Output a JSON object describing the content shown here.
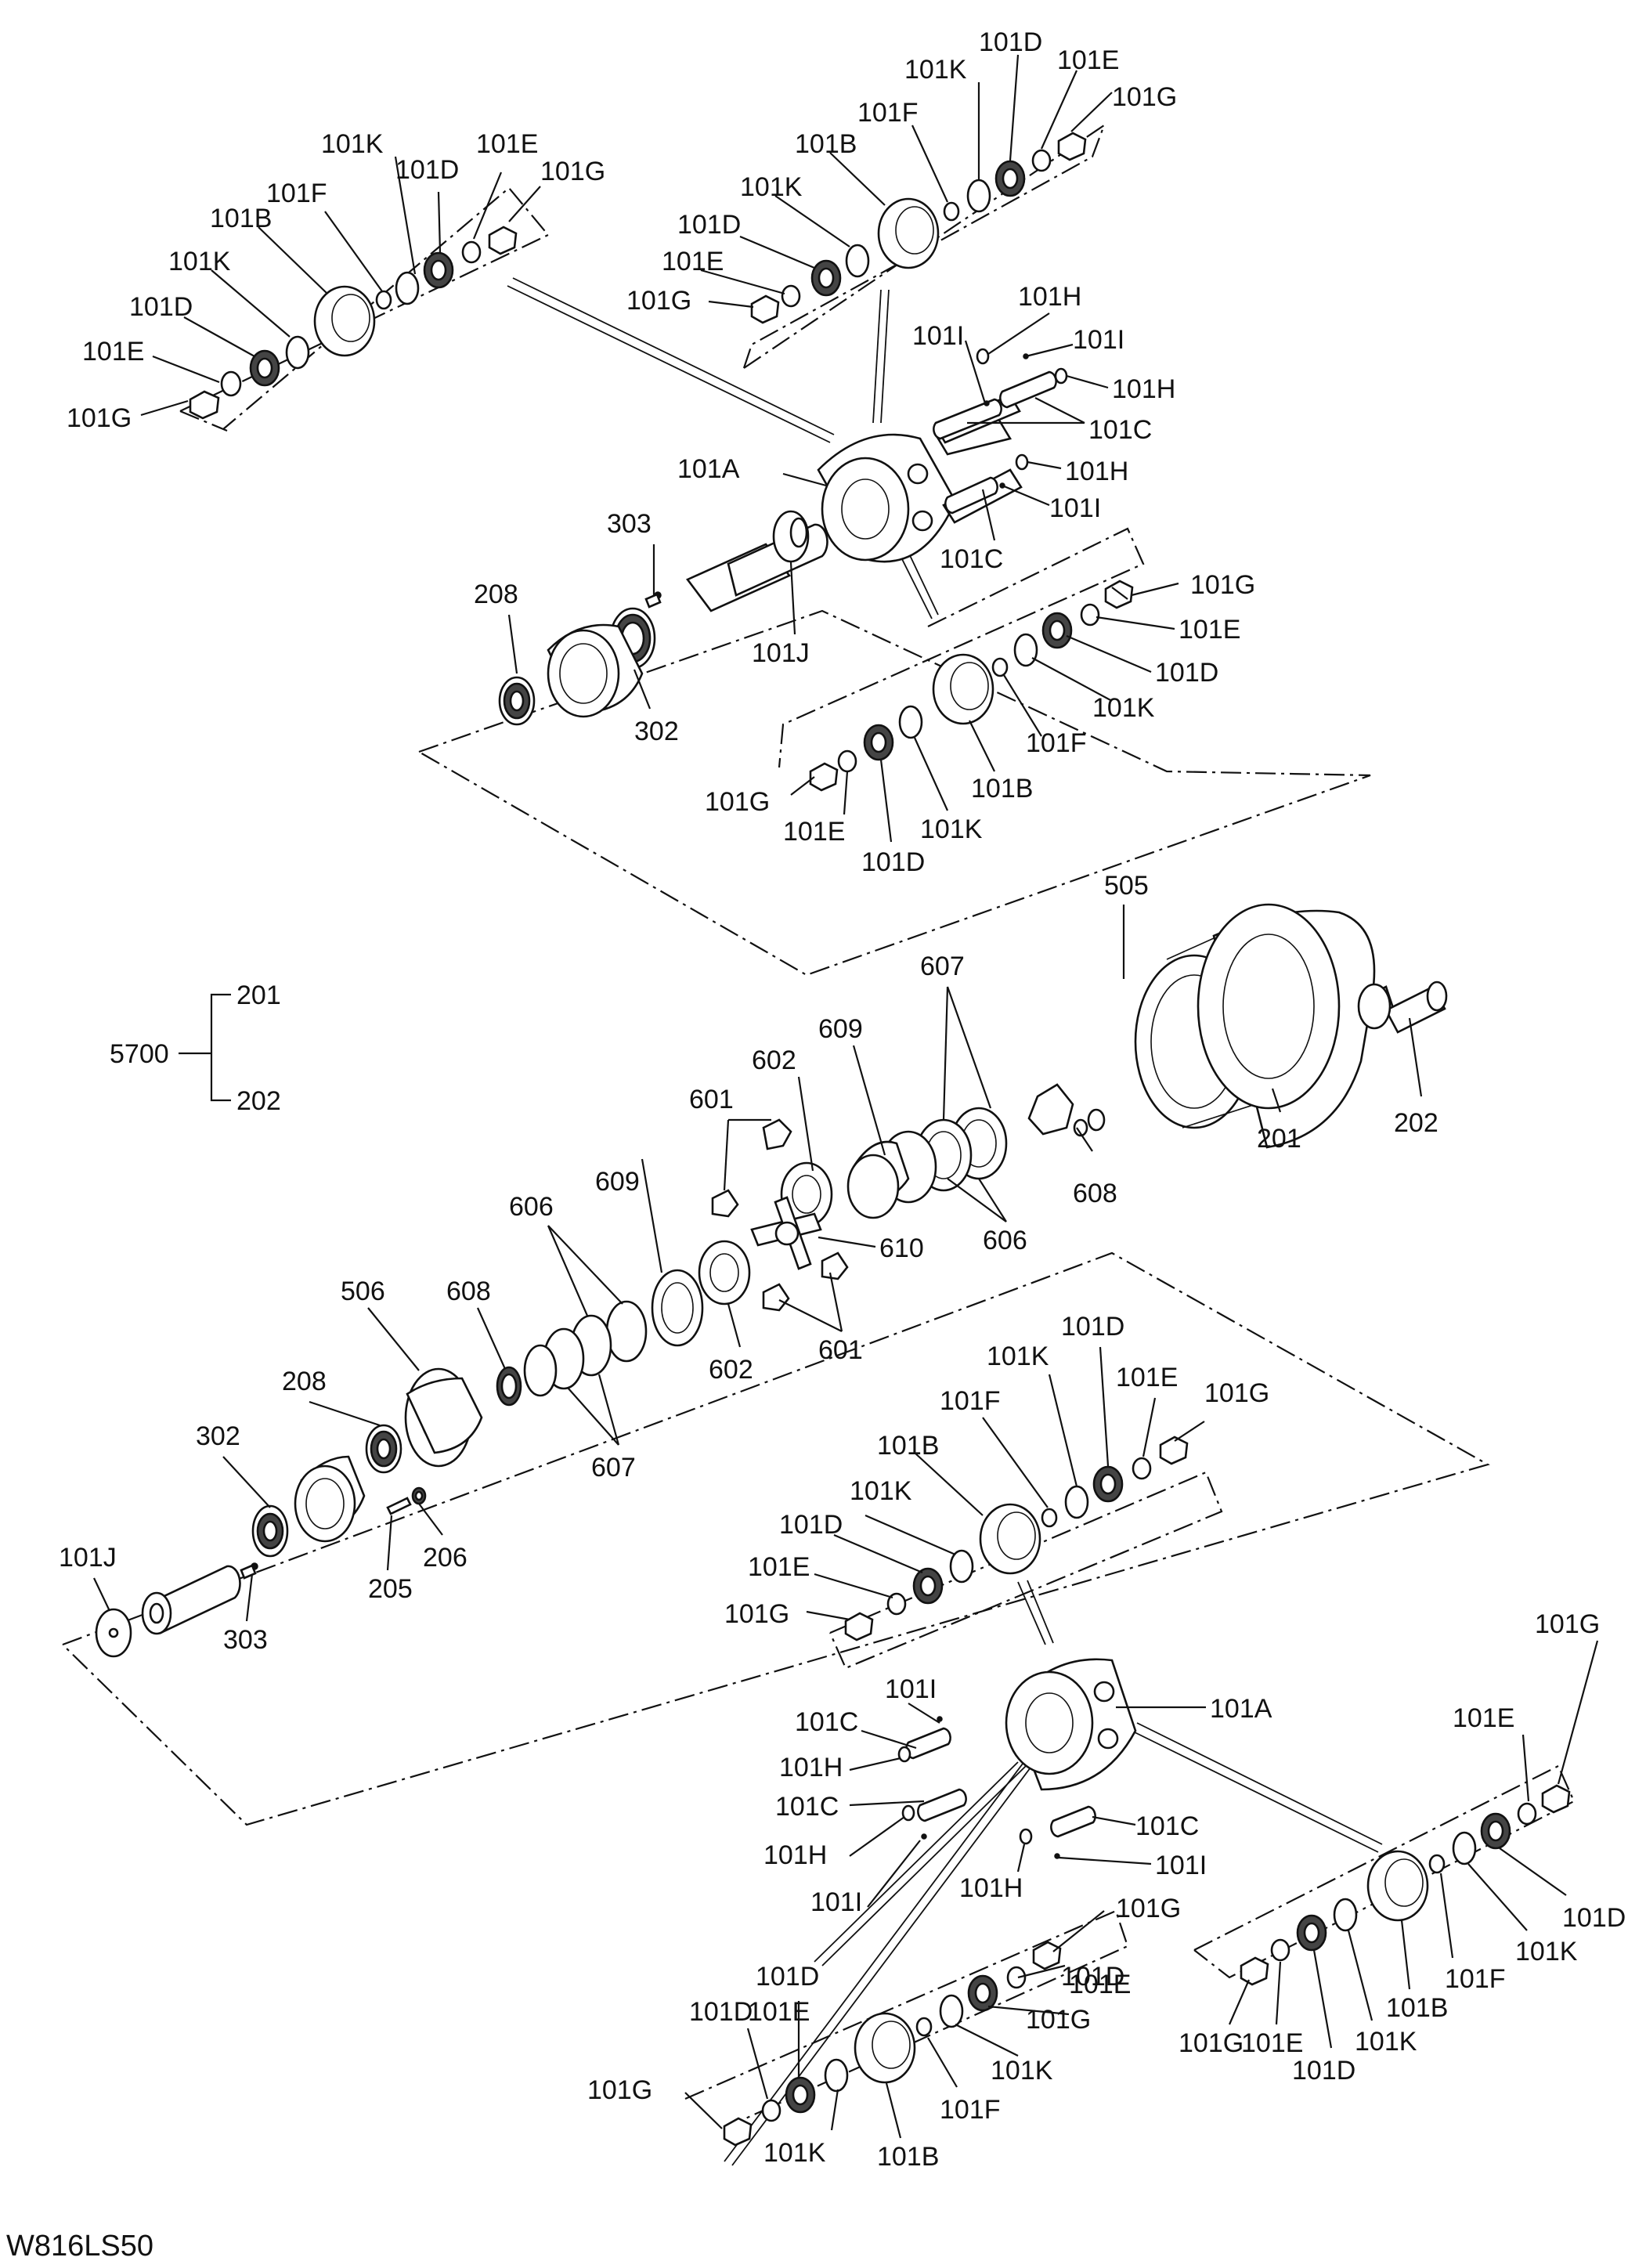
{
  "diagram_code": "W816LS50",
  "set_group": {
    "parent": "5700",
    "children": [
      "201",
      "202"
    ]
  },
  "labels": {
    "g1": [
      "101K",
      "101D",
      "101E",
      "101G",
      "101F",
      "101B",
      "101K",
      "101D",
      "101E",
      "101G"
    ],
    "g2": [
      "101D",
      "101K",
      "101E",
      "101G",
      "101F",
      "101B",
      "101K",
      "101D",
      "101E",
      "101G"
    ],
    "hub_upper": [
      "101I",
      "101H",
      "101I",
      "101H",
      "101C",
      "101A",
      "101H",
      "101I",
      "101C"
    ],
    "g3": [
      "101G",
      "101E",
      "101D",
      "101K",
      "101F",
      "101B",
      "101K",
      "101D",
      "101E",
      "101G"
    ],
    "axle_upper": [
      "303",
      "208",
      "101J",
      "302"
    ],
    "ring_pinion": [
      "505",
      "201",
      "202"
    ],
    "diff": [
      "607",
      "609",
      "602",
      "601",
      "608",
      "606",
      "610",
      "606",
      "609",
      "601",
      "602",
      "608",
      "607"
    ],
    "axle_lower": [
      "506",
      "208",
      "302",
      "101J",
      "205",
      "206",
      "303"
    ],
    "g4": [
      "101D",
      "101K",
      "101E",
      "101G",
      "101F",
      "101B",
      "101K",
      "101D",
      "101E",
      "101G"
    ],
    "hub_lower": [
      "101I",
      "101A",
      "101C",
      "101H",
      "101C",
      "101H",
      "101I",
      "101C",
      "101H",
      "101I"
    ],
    "g5": [
      "101G",
      "101E",
      "101D",
      "101K",
      "101F",
      "101B",
      "101K",
      "101D",
      "101E",
      "101G"
    ],
    "g6": [
      "101G",
      "101D",
      "101E",
      "101G",
      "101D",
      "101K",
      "101F",
      "101B",
      "101K",
      "101D",
      "101E",
      "101G"
    ]
  }
}
